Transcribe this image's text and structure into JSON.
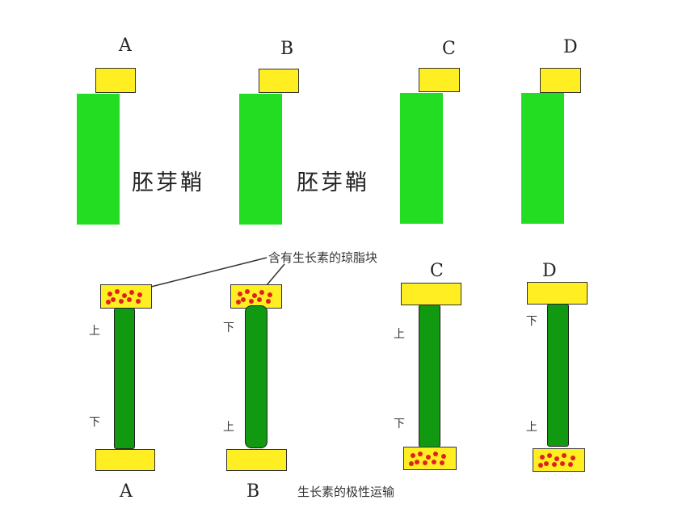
{
  "colors": {
    "agar": "#ffee22",
    "coleoptile": "#22dd22",
    "stem": "#119911",
    "dot": "#e02020",
    "outline": "#333333"
  },
  "top_labels": [
    "A",
    "B",
    "C",
    "D"
  ],
  "coleoptile_label": "胚芽鞘",
  "bottom_top_labels": [
    "C",
    "D"
  ],
  "bottom_labels": [
    "A",
    "B"
  ],
  "callout_label": "含有生长素的琼脂块",
  "caption": "生长素的极性运输",
  "side": {
    "up": "上",
    "down": "下"
  }
}
